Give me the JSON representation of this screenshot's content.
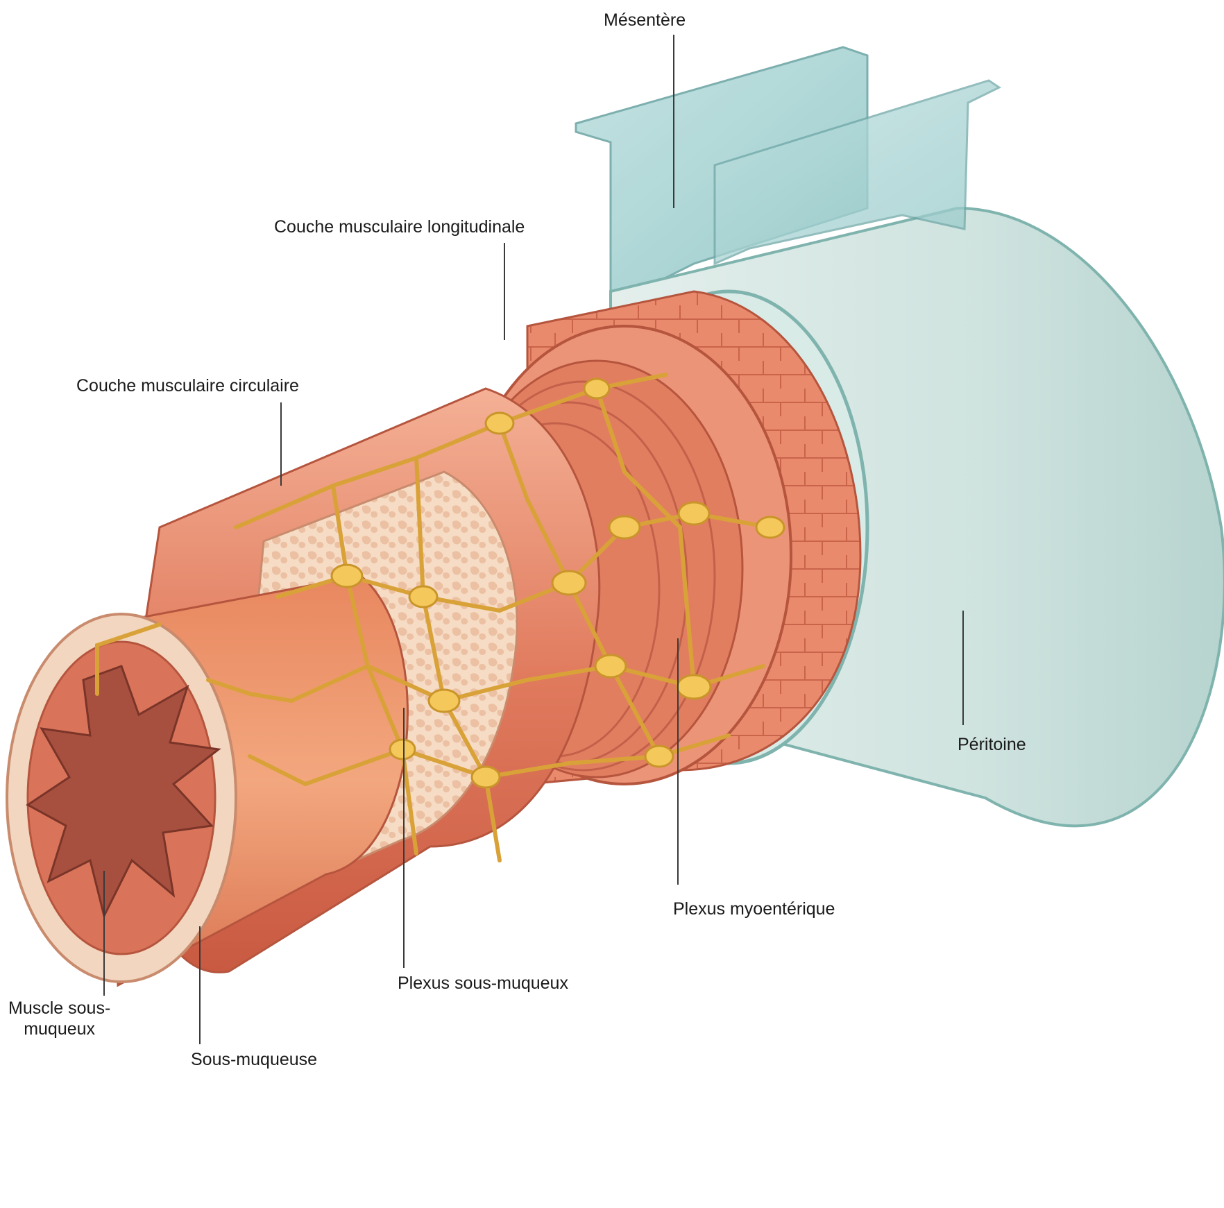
{
  "labels": {
    "mesentere": "Mésentère",
    "couche_longitudinale": "Couche musculaire longitudinale",
    "couche_circulaire": "Couche musculaire circulaire",
    "peritoine": "Péritoine",
    "plexus_myoenterique": "Plexus myoentérique",
    "plexus_sous_muqueux": "Plexus sous-muqueux",
    "muscle_sous_muqueux": "Muscle sous-\nmuqueux",
    "sous_muqueuse": "Sous-muqueuse"
  },
  "colors": {
    "peritoneum": "#cfe3df",
    "peritoneum_edge": "#7fb3ad",
    "mesentery": "#a9d3d3",
    "muscle_dark": "#d9674f",
    "muscle_light": "#f0a184",
    "submucosa": "#f2d2b8",
    "mucosa": "#b55a48",
    "nerve": "#f2c24a",
    "nerve_edge": "#c9952a"
  }
}
